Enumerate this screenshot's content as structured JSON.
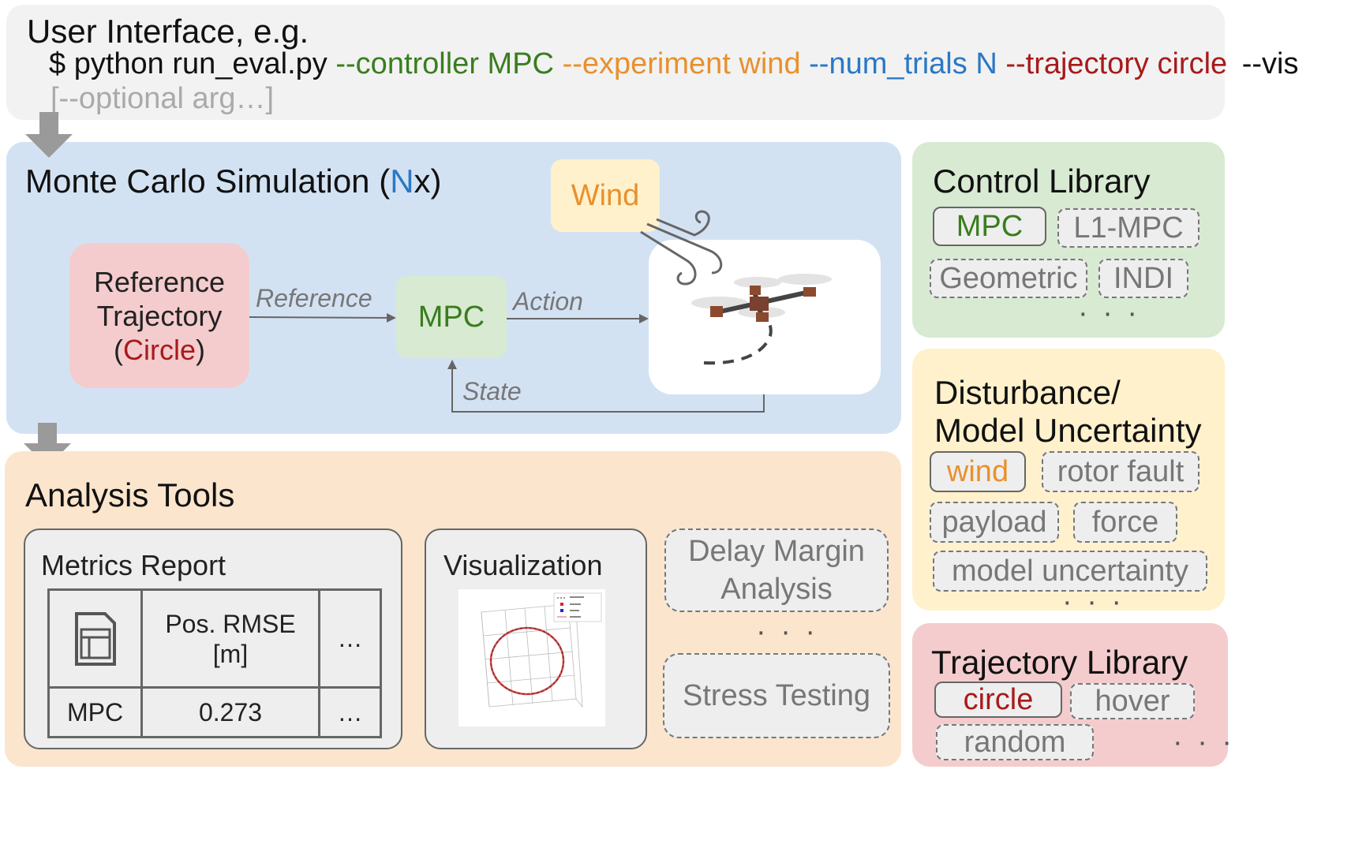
{
  "ui": {
    "title": "User Interface, e.g.",
    "cmd_prefix": "$ python run_eval.py",
    "flag_controller": "--controller",
    "val_controller": "MPC",
    "flag_experiment": "--experiment",
    "val_experiment": "wind",
    "flag_trials": "--num_trials",
    "val_trials": "N",
    "flag_trajectory": "--trajectory",
    "val_trajectory": "circle",
    "flag_vis": "--vis",
    "optional": "[--optional arg…]"
  },
  "sim": {
    "title_a": "Monte Carlo Simulation (",
    "title_n": "N",
    "title_b": "x)",
    "wind": "Wind",
    "ref_line1": "Reference",
    "ref_line2": "Trajectory",
    "ref_open": "(",
    "ref_circle": "Circle",
    "ref_close": ")",
    "mpc": "MPC",
    "edge_reference": "Reference",
    "edge_action": "Action",
    "edge_state": "State"
  },
  "analysis": {
    "title": "Analysis Tools",
    "metrics_title": "Metrics Report",
    "col_pos_l1": "Pos. RMSE",
    "col_pos_l2": "[m]",
    "ellipsis": "…",
    "row_label": "MPC",
    "row_value": "0.273",
    "vis_title": "Visualization",
    "delay_l1": "Delay Margin",
    "delay_l2": "Analysis",
    "stress": "Stress Testing",
    "more": "· · ·"
  },
  "control": {
    "title": "Control Library",
    "items": [
      "MPC",
      "L1-MPC",
      "Geometric",
      "INDI"
    ],
    "more": "· · ·"
  },
  "disturbance": {
    "title_l1": "Disturbance/",
    "title_l2": "Model Uncertainty",
    "items": [
      "wind",
      "rotor fault",
      "payload",
      "force",
      "model uncertainty"
    ],
    "more": "· · ·"
  },
  "trajectory": {
    "title": "Trajectory Library",
    "items": [
      "circle",
      "hover",
      "random"
    ],
    "more": "· · ·"
  },
  "colors": {
    "ui_bg": "#f2f2f2",
    "sim_bg": "#d3e2f3",
    "analysis_bg": "#fbe5cd",
    "control_bg": "#d8ead2",
    "disturbance_bg": "#fff1cc",
    "trajectory_bg": "#f4cccd",
    "green": "#3a7d1e",
    "orange": "#e8902d",
    "blue": "#2b78c5",
    "red": "#a81a1a"
  }
}
